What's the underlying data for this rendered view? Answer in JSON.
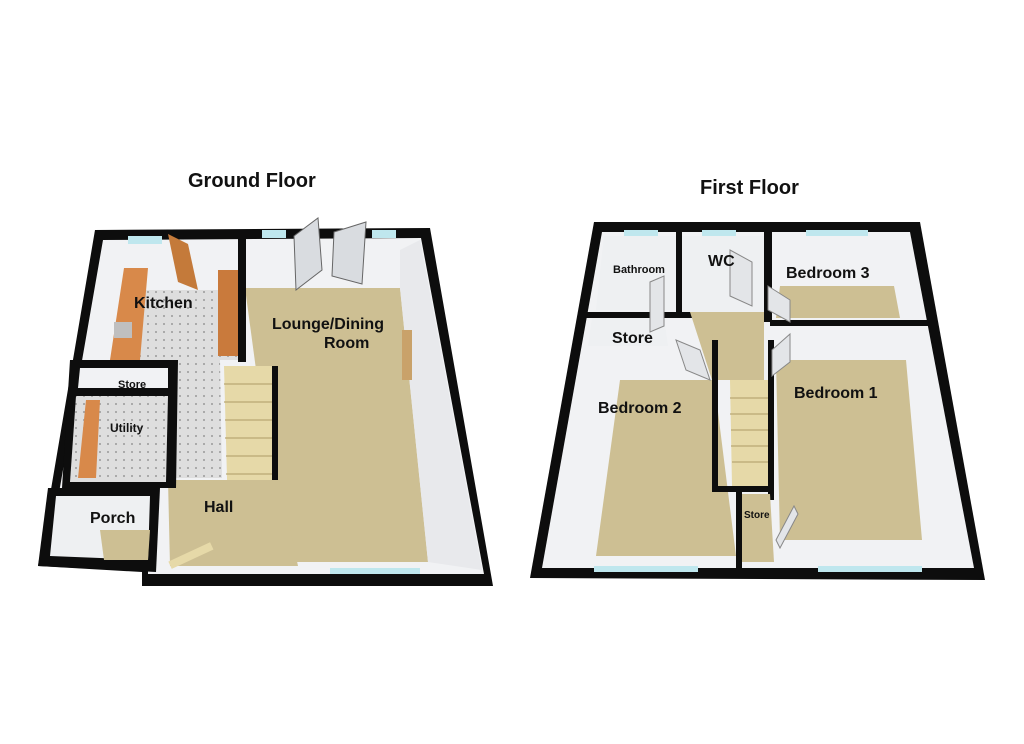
{
  "colors": {
    "wall": "#0d0d0d",
    "carpet": "#cdbf93",
    "tile": "#d9d9d9",
    "wall_face": "#f2f3f5",
    "window": "#bfe7ee",
    "worktop": "#d8894a",
    "stairs": "#e6d9a8"
  },
  "ground_floor": {
    "title": "Ground Floor",
    "rooms": {
      "kitchen": "Kitchen",
      "lounge_line1": "Lounge/Dining",
      "lounge_line2": "Room",
      "store": "Store",
      "utility": "Utility",
      "porch": "Porch",
      "hall": "Hall"
    }
  },
  "first_floor": {
    "title": "First Floor",
    "rooms": {
      "bathroom": "Bathroom",
      "wc": "WC",
      "bedroom3": "Bedroom 3",
      "store": "Store",
      "bedroom2": "Bedroom 2",
      "bedroom1": "Bedroom 1",
      "landing_store": "Store"
    }
  }
}
